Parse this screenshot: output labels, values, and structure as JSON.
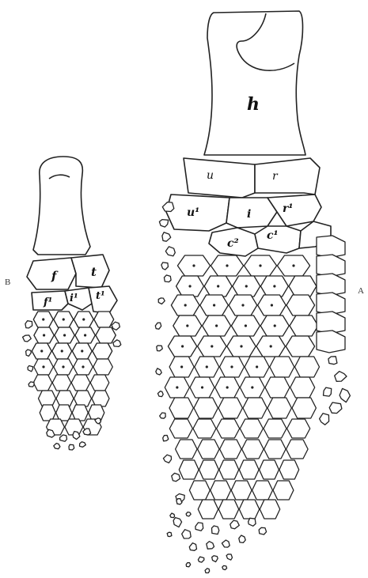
{
  "figure": {
    "side_labels": {
      "left": "B",
      "right": "A"
    },
    "specimen_A": {
      "labels": {
        "h": "h",
        "u": "u",
        "r": "r",
        "u1": "u¹",
        "i": "i",
        "r1": "r¹",
        "c2": "c²",
        "c1": "c¹"
      }
    },
    "specimen_B": {
      "labels": {
        "f": "f",
        "t": "t",
        "f1": "f¹",
        "i1": "i¹",
        "t1": "t¹"
      }
    }
  }
}
